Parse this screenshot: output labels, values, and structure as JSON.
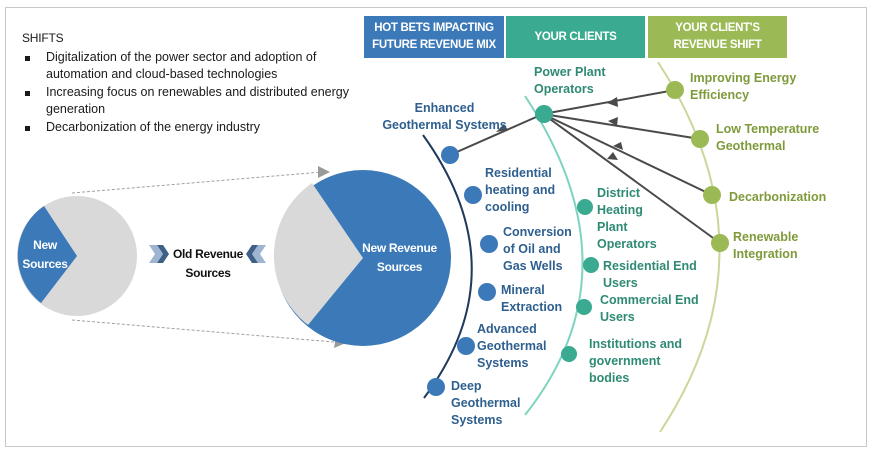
{
  "shifts": {
    "title": "SHIFTS",
    "items": [
      "Digitalization of the power sector and adoption of automation and cloud-based technologies",
      "Increasing focus on renewables and distributed energy generation",
      "Decarbonization of the energy industry"
    ]
  },
  "headers": {
    "hot_bets": "HOT BETS IMPACTING FUTURE REVENUE MIX",
    "your_clients": "YOUR CLIENTS",
    "revenue_shift": "YOUR CLIENT'S REVENUE SHIFT"
  },
  "colors": {
    "blue": "#3b79b8",
    "teal": "#3aaa90",
    "green": "#9bba55",
    "grey": "#d9d9d9"
  },
  "pies": {
    "small_label": "New Sources",
    "middle_label": "Old Revenue Sources",
    "large_label": "New Revenue Sources"
  },
  "hot_bets": [
    "Enhanced Geothermal Systems",
    "Residential heating and cooling",
    "Conversion of Oil and Gas Wells",
    "Mineral Extraction",
    "Advanced Geothermal Systems",
    "Deep Geothermal Systems"
  ],
  "clients": [
    "Power Plant Operators",
    "District Heating Plant Operators",
    "Residential End Users",
    "Commercial End Users",
    "Institutions and government bodies"
  ],
  "revenue_shift": [
    "Improving Energy Efficiency",
    "Low Temperature Geothermal",
    "Decarbonization",
    "Renewable Integration"
  ]
}
